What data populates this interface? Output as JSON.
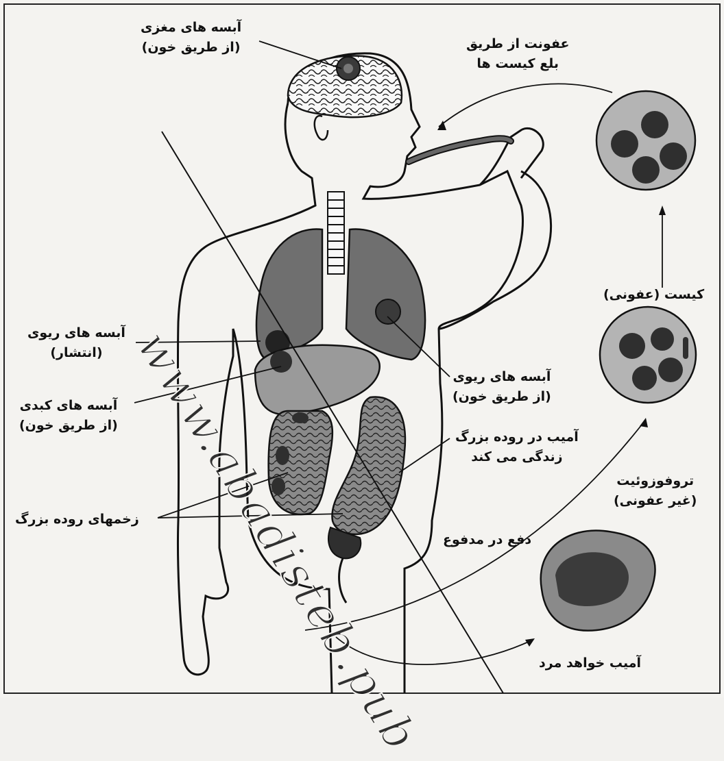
{
  "labels": {
    "brain_abscess": [
      "آبسه های مغزی",
      "(از طریق خون)"
    ],
    "infection_route": [
      "عفونت از طریق",
      "بلع کیست ها"
    ],
    "lung_abscess_spread": [
      "آبسه های ریوی",
      "(انتشار)"
    ],
    "lung_abscess_blood": [
      "آبسه های ریوی",
      "(از طریق خون)"
    ],
    "liver_abscess": [
      "آبسه های کبدی",
      "(از طریق خون)"
    ],
    "amoeba_colon": [
      "آمیب در روده بزرگ",
      "زندگی می کند"
    ],
    "colon_ulcers": "زخمهای روده بزرگ",
    "cyst_infective": "کیست (عفونی)",
    "trophozoite": [
      "تروفوزوئیت",
      "(غیر عفونی)"
    ],
    "excreted": "دفع در مدفوع",
    "amoeba_dies": "آمیب خواهد مرد"
  },
  "watermark": "www.abadisteb.pub",
  "colors": {
    "ink": "#111111",
    "organ_fill": "#6f6f6f",
    "cyst_fill": "#b4b4b4",
    "nucleus_fill": "#2f2f2f",
    "background": "#f4f3f0"
  }
}
